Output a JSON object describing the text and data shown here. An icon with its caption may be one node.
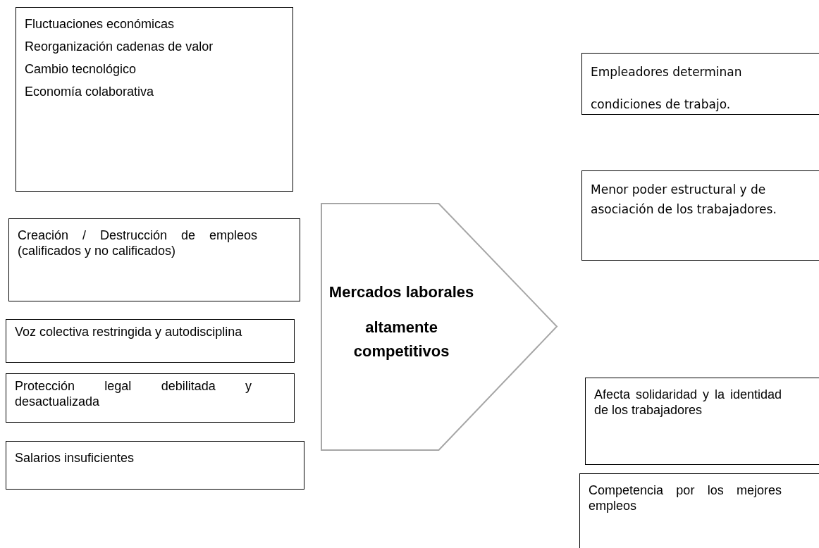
{
  "diagram": {
    "nodes": [
      {
        "text": [
          "Fluctuaciones económicas",
          "Reorganización cadenas de valor",
          "Cambio tecnológico",
          "Economía colaborativa"
        ]
      },
      {
        "text": [
          "Creación / Destrucción de empleos (calificados y no calificados)"
        ]
      },
      {
        "text": [
          "Voz colectiva restringida y autodisciplina"
        ]
      },
      {
        "text": [
          "Protección legal debilitada y desactualizada"
        ]
      },
      {
        "text": [
          "Salarios insuficientes"
        ]
      },
      {
        "text": [
          "Mercados laborales",
          "altamente competitivos"
        ]
      },
      {
        "text": [
          "Empleadores determinan",
          "condiciones de trabajo."
        ]
      },
      {
        "text": [
          "Menor poder estructural y de asociación de los trabajadores."
        ]
      },
      {
        "text": [
          "Afecta solidaridad y la identidad de los trabajadores"
        ]
      },
      {
        "text": [
          "Competencia por los mejores empleos"
        ]
      }
    ]
  }
}
